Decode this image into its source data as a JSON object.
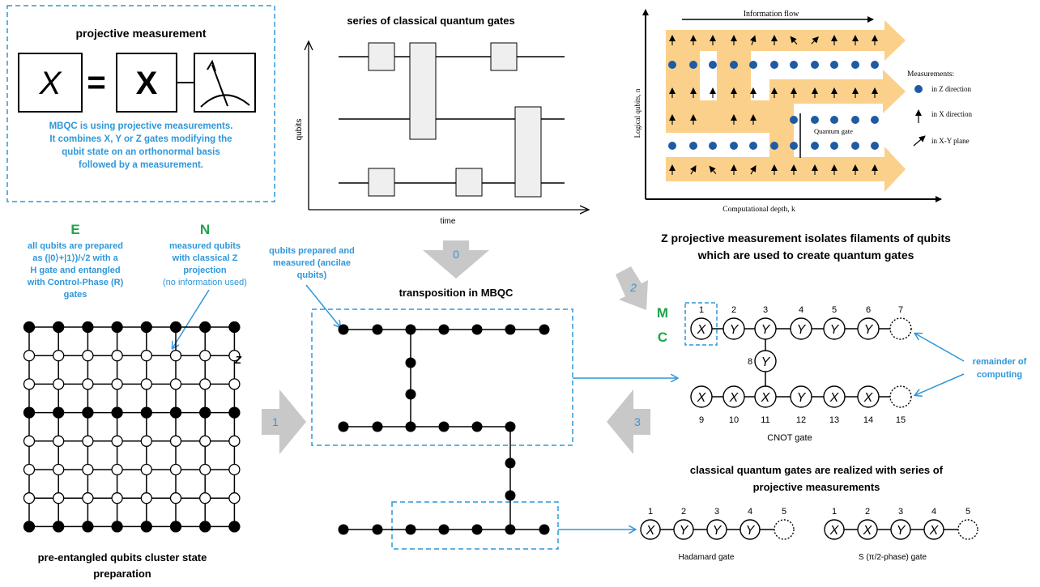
{
  "projective": {
    "title": "projective measurement",
    "x_italic": "X",
    "equals": "=",
    "x_bold": "X",
    "desc_lines": [
      "MBQC is using projective measurements.",
      "It combines X, Y or Z gates modifying the",
      "qubit state on an orthonormal basis",
      "followed by a measurement."
    ]
  },
  "circuit": {
    "title": "series of classical quantum gates",
    "ylabel": "qubits",
    "xlabel": "time"
  },
  "mbqc_figure": {
    "info_flow": "Information flow",
    "ylabel": "Logical qubits, n",
    "xlabel": "Computational depth, k",
    "legend_title": "Measurements:",
    "legend_items": [
      "in Z direction",
      "in X direction",
      "in X-Y plane"
    ],
    "quantum_gate": "Quantum gate",
    "caption_lines": [
      "Z projective measurement isolates filaments of qubits",
      "which are used to create quantum gates"
    ]
  },
  "steps": {
    "e_letter": "E",
    "e_lines": [
      "all qubits are prepared",
      "as (|0⟩+|1⟩)/√2 with a",
      "H gate and entangled",
      "with Control-Phase (R)",
      "gates"
    ],
    "n_letter": "N",
    "n_lines": [
      "measured qubits",
      "with classical Z",
      "projection"
    ],
    "n_note": "(no information used)",
    "m_letter": "M",
    "c_letter": "C"
  },
  "cluster": {
    "z_label": "Z",
    "caption_lines": [
      "pre-entangled qubits cluster state",
      "preparation"
    ]
  },
  "transposition": {
    "title": "transposition in MBQC",
    "ancilla_lines": [
      "qubits prepared and",
      "measured (ancilae",
      "qubits)"
    ]
  },
  "arrows": {
    "a0": "0",
    "a1": "1",
    "a2": "2",
    "a3": "3"
  },
  "cnot": {
    "top_numbers": [
      "1",
      "2",
      "3",
      "4",
      "5",
      "6",
      "7"
    ],
    "top_ops": [
      "X",
      "Y",
      "Y",
      "Y",
      "Y",
      "Y",
      ""
    ],
    "mid_number": "8",
    "mid_op": "Y",
    "bot_numbers": [
      "9",
      "10",
      "11",
      "12",
      "13",
      "14",
      "15"
    ],
    "bot_ops": [
      "X",
      "X",
      "X",
      "Y",
      "X",
      "X",
      ""
    ],
    "label": "CNOT gate",
    "remainder_lines": [
      "remainder of",
      "computing"
    ]
  },
  "classical": {
    "caption_lines": [
      "classical quantum gates are realized with series of",
      "projective measurements"
    ]
  },
  "hadamard": {
    "numbers": [
      "1",
      "2",
      "3",
      "4",
      "5"
    ],
    "ops": [
      "X",
      "Y",
      "Y",
      "Y",
      ""
    ],
    "label": "Hadamard gate"
  },
  "sgate": {
    "numbers": [
      "1",
      "2",
      "3",
      "4",
      "5"
    ],
    "ops": [
      "X",
      "X",
      "Y",
      "X",
      ""
    ],
    "label": "S (π/2-phase) gate"
  },
  "colors": {
    "blue": "#2F97DA",
    "green": "#1DA64A",
    "gray_arrow": "#C8C8C8",
    "flow": "#FBD08A"
  }
}
